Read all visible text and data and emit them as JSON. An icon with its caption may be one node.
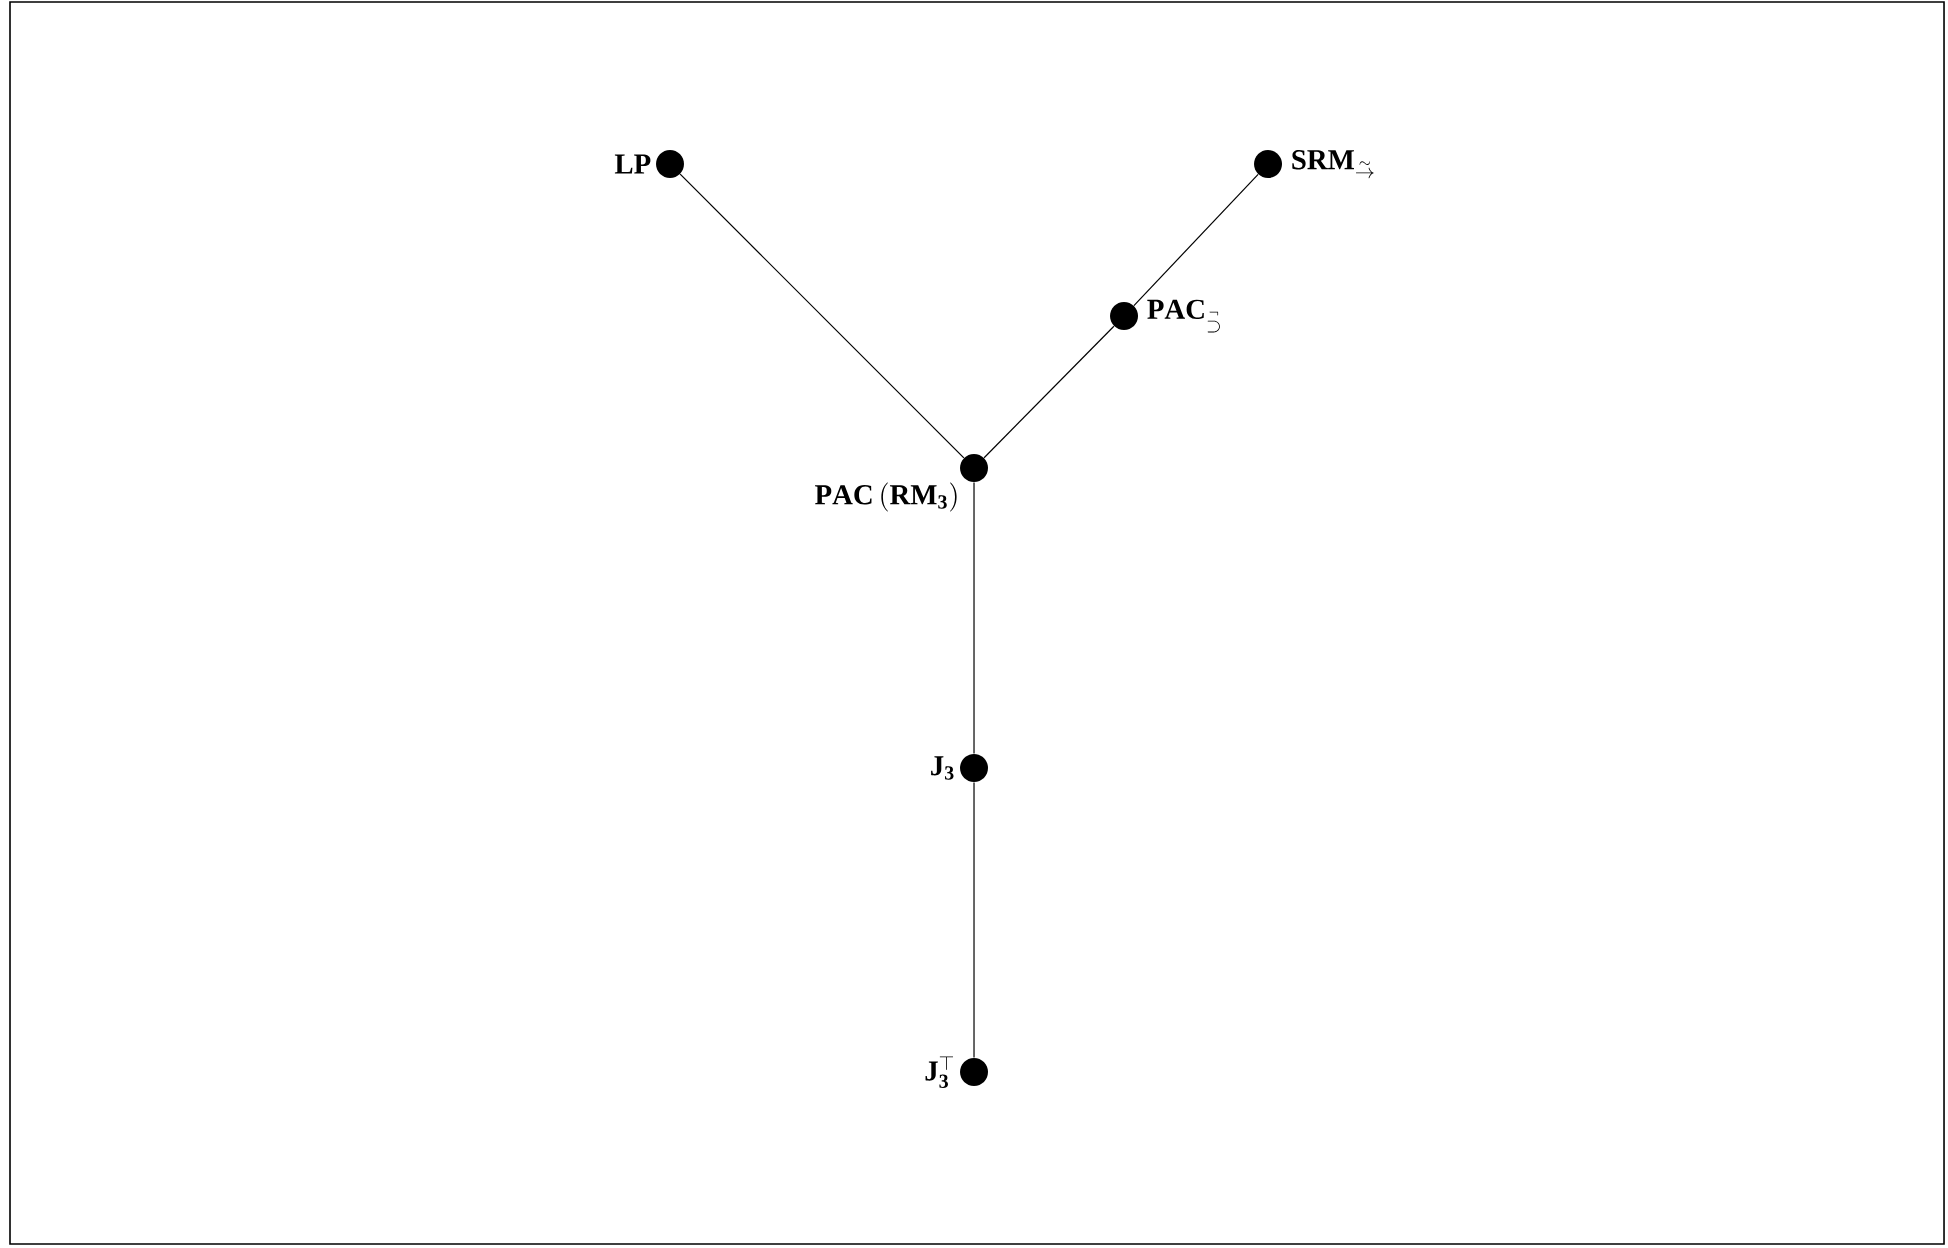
{
  "diagram": {
    "nodes": [
      {
        "text": [],
        "shape": "circle",
        "beside": [
          "\\mathbf{LP}"
        ]
      },
      {
        "text": [],
        "shape": "circle",
        "beside": [
          "\\mathbf{SRM}_{\\overset{\\sim}{\\rightarrow}}"
        ]
      },
      {
        "text": [],
        "shape": "circle",
        "beside": [
          "\\mathbf{PAC}_{\\overset{\\neg}{\\supset}}"
        ]
      },
      {
        "text": [],
        "shape": "circle",
        "beside": [
          "\\mathbf{PAC}\\,(\\mathbf{RM_3})"
        ]
      },
      {
        "text": [],
        "shape": "circle",
        "beside": [
          "\\mathbf{J_3}"
        ]
      },
      {
        "text": [],
        "shape": "circle",
        "beside": [
          "\\mathbf{J_3^{\\top}}"
        ]
      }
    ],
    "edges": [
      {
        "from": 0,
        "to": 3,
        "arrow": "none"
      },
      {
        "from": 3,
        "to": 2,
        "arrow": "none"
      },
      {
        "from": 2,
        "to": 1,
        "arrow": "none"
      },
      {
        "from": 3,
        "to": 4,
        "arrow": "none"
      },
      {
        "from": 4,
        "to": 5,
        "arrow": "none"
      }
    ]
  }
}
